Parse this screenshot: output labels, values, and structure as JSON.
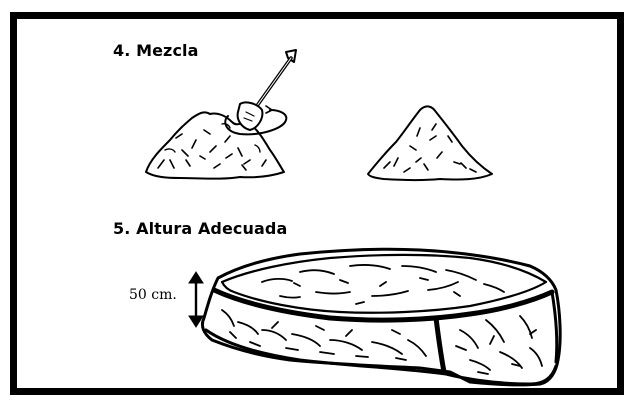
{
  "steps": [
    {
      "label": "4. Mezcla"
    },
    {
      "label": "5. Altura Adecuada"
    }
  ],
  "height_annotation": "50 cm.",
  "icons": [
    "shovel-icon",
    "soil-pile-icon",
    "compost-bed-icon",
    "height-arrow-icon"
  ],
  "colors": {
    "line": "#000000",
    "background": "#ffffff"
  }
}
